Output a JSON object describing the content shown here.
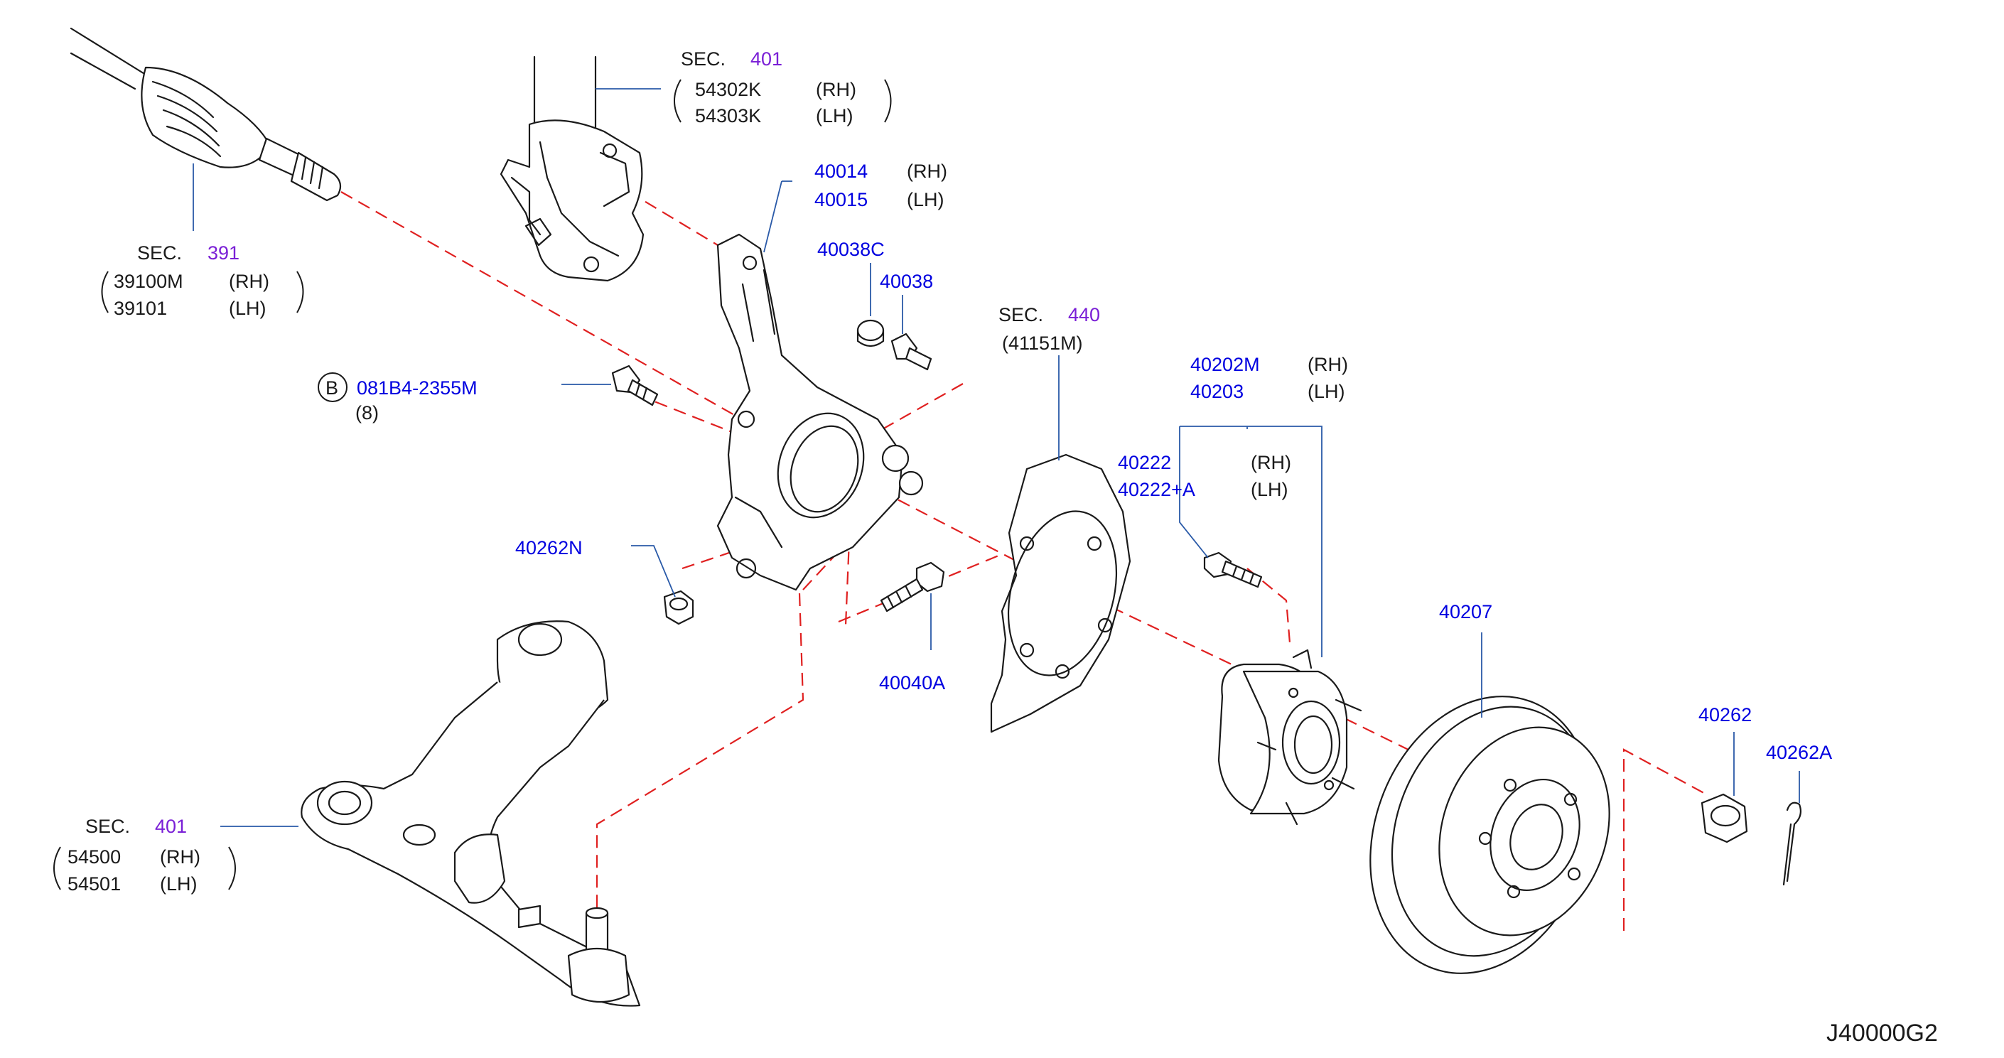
{
  "diagram_code": "J40000G2",
  "callouts": {
    "drive_shaft": {
      "sec_word": "SEC.",
      "sec_num": "391",
      "rh_part": "39100M",
      "rh": "(RH)",
      "lh_part": "39101",
      "lh": "(LH)"
    },
    "strut": {
      "sec_word": "SEC.",
      "sec_num": "401",
      "rh_part": "54302K",
      "rh": "(RH)",
      "lh_part": "54303K",
      "lh": "(LH)"
    },
    "knuckle": {
      "rh_part": "40014",
      "rh": "(RH)",
      "lh_part": "40015",
      "lh": "(LH)"
    },
    "washer": {
      "part": "40038C"
    },
    "bolt_small": {
      "part": "40038"
    },
    "bolt_b": {
      "circle": "B",
      "part": "081B4-2355M",
      "qty": "(8)"
    },
    "baffle": {
      "sec_word": "SEC.",
      "sec_num": "440",
      "part": "(41151M)"
    },
    "hub_assy": {
      "rh_part": "40202M",
      "rh": "(RH)",
      "lh_part": "40203",
      "lh": "(LH)"
    },
    "hub_bolt": {
      "rh_part": "40222",
      "rh": "(RH)",
      "lh_part": "40222+A",
      "lh": "(LH)"
    },
    "knuckle_nut": {
      "part": "40262N"
    },
    "knuckle_bolt": {
      "part": "40040A"
    },
    "rotor": {
      "part": "40207"
    },
    "hub_nut": {
      "part": "40262"
    },
    "cotter_pin": {
      "part": "40262A"
    },
    "lower_arm": {
      "sec_word": "SEC.",
      "sec_num": "401",
      "rh_part": "54500",
      "rh": "(RH)",
      "lh_part": "54501",
      "lh": "(LH)"
    }
  }
}
